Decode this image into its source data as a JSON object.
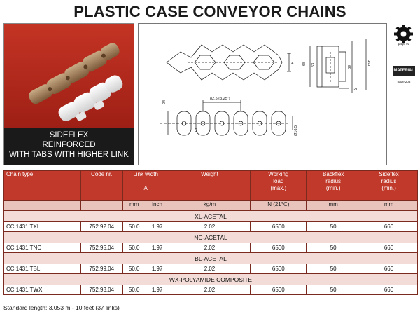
{
  "title": "PLASTIC CASE CONVEYOR CHAINS",
  "photo": {
    "caption_lines": [
      "SIDEFLEX",
      "REINFORCED",
      "WITH TABS WITH HIGHER LINK"
    ],
    "background_color": "#b62a1e"
  },
  "drawing": {
    "dims": {
      "a": "A",
      "d68": "68",
      "d53": "53",
      "d89": "89",
      "min": "min",
      "d21": "21",
      "pitch": "82,5 (3,25\")",
      "d24": "24",
      "d19": "19",
      "d16": "Ø16,5"
    }
  },
  "icons": {
    "sprocket_page": "page 91",
    "material_label": "MATERIAL",
    "material_page": "page 203"
  },
  "table": {
    "headers": {
      "chain_type": "Chain type",
      "code": "Code nr.",
      "link_width": "Link width",
      "link_width_sub": "A",
      "weight": "Weight",
      "working_load": [
        "Working",
        "load",
        "(max.)"
      ],
      "backflex": [
        "Backflex",
        "radius",
        "(min.)"
      ],
      "sideflex": [
        "Sideflex",
        "radius",
        "(min.)"
      ]
    },
    "units": {
      "mm": "mm",
      "inch": "inch",
      "kgm": "kg/m",
      "load": "N (21°C)",
      "back_mm": "mm",
      "side_mm": "mm"
    },
    "groups": [
      {
        "label": "XL-ACETAL",
        "row": {
          "type": "CC 1431 TXL",
          "code": "752.92.04",
          "mm": "50.0",
          "inch": "1.97",
          "weight": "2.02",
          "load": "6500",
          "backflex": "50",
          "sideflex": "660"
        }
      },
      {
        "label": "NC-ACETAL",
        "row": {
          "type": "CC 1431 TNC",
          "code": "752.95.04",
          "mm": "50.0",
          "inch": "1.97",
          "weight": "2.02",
          "load": "6500",
          "backflex": "50",
          "sideflex": "660"
        }
      },
      {
        "label": "BL-ACETAL",
        "row": {
          "type": "CC 1431 TBL",
          "code": "752.99.04",
          "mm": "50.0",
          "inch": "1.97",
          "weight": "2.02",
          "load": "6500",
          "backflex": "50",
          "sideflex": "660"
        }
      },
      {
        "label": "WX-POLYAMIDE COMPOSITE",
        "row": {
          "type": "CC 1431 TWX",
          "code": "752.93.04",
          "mm": "50.0",
          "inch": "1.97",
          "weight": "2.02",
          "load": "6500",
          "backflex": "50",
          "sideflex": "660"
        }
      }
    ]
  },
  "footnote": "Standard length: 3.053 m - 10 feet (37 links)"
}
